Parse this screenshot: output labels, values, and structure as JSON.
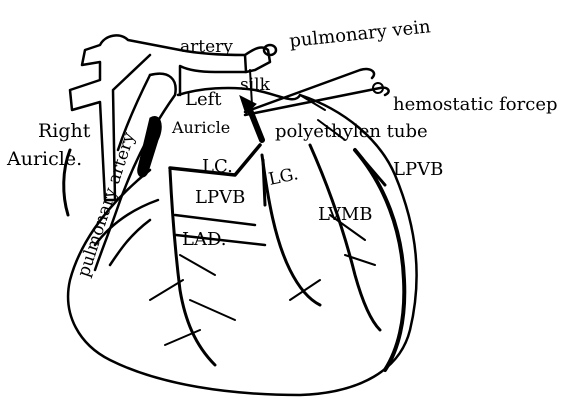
{
  "labels": {
    "artery": "artery",
    "pulmonary_vein": "pulmonary vein",
    "silk": "silk",
    "hemostatic_forcep": "hemostatic forcep",
    "left": "Left",
    "auricle": "Auricle",
    "right": "Right",
    "auricle_right": "Auricle.",
    "polyethylen_tube": "polyethylen tube",
    "pulmonary_artery": "pulmonary artery",
    "lc": "LC.",
    "lg": "LG.",
    "lpvb_center": "LPVB",
    "lpvb_right": "LPVB",
    "lvmb": "LVMB",
    "lad": "LAD."
  }
}
